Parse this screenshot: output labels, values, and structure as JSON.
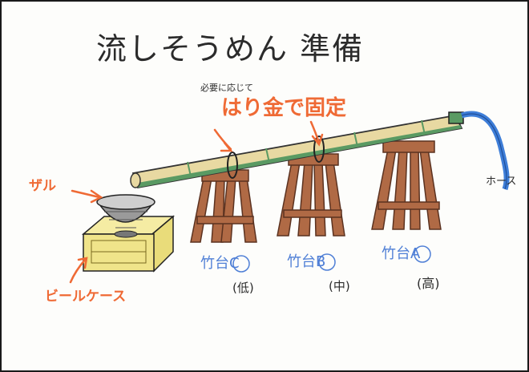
{
  "title": "流しそうめん 準備",
  "annotations": {
    "wire_note_small": "必要に応じて",
    "wire_note_main": "はり金で固定",
    "colander": "ザル",
    "beer_case": "ビールケース",
    "hose": "ホース"
  },
  "stands": [
    {
      "label": "竹台C",
      "height": "(低)"
    },
    {
      "label": "竹台B",
      "height": "(中)"
    },
    {
      "label": "竹台A",
      "height": "(高)"
    }
  ],
  "colors": {
    "orange_annotation": "#ef6a35",
    "blue_label": "#4f7fd6",
    "bamboo": "#e8d9a2",
    "bamboo_edge": "#5a9a63",
    "stand_wood": "#b06a45",
    "beer_case": "#f0e48a",
    "hose": "#3e7ed8"
  }
}
